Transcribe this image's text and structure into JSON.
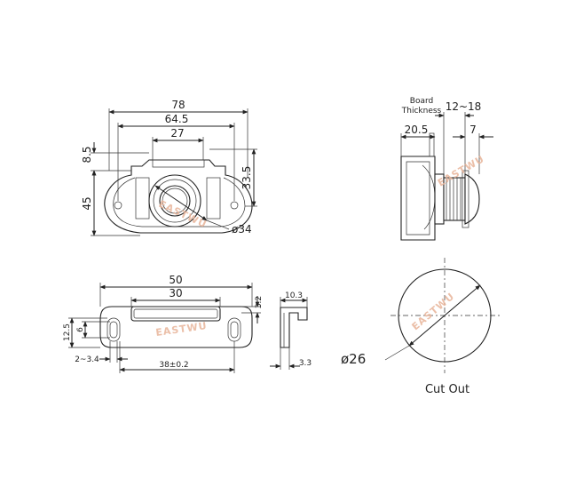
{
  "front_view": {
    "dim_width_overall": "78",
    "dim_width_holes": "64.5",
    "dim_width_body": "27",
    "dim_height_top": "8.5",
    "dim_height_overall": "45",
    "dim_height_body": "33.5",
    "dim_diameter": "ø34"
  },
  "side_view": {
    "board_label_line1": "Board",
    "board_label_line2": "Thickness",
    "board_range": "12~18",
    "dim_depth": "20.5",
    "dim_knob": "7"
  },
  "strike_plate": {
    "dim_length": "50",
    "dim_slot": "30",
    "dim_height": "12.5",
    "dim_hole": "6",
    "dim_slot_width": "2~3.4",
    "dim_spacing": "38±0.2",
    "dim_plate_thickness": "3.2"
  },
  "strike_side": {
    "dim_width": "10.3",
    "dim_thickness": "3.3"
  },
  "cutout": {
    "dim_diameter": "ø26",
    "caption": "Cut Out"
  },
  "watermark": "EASTWU"
}
